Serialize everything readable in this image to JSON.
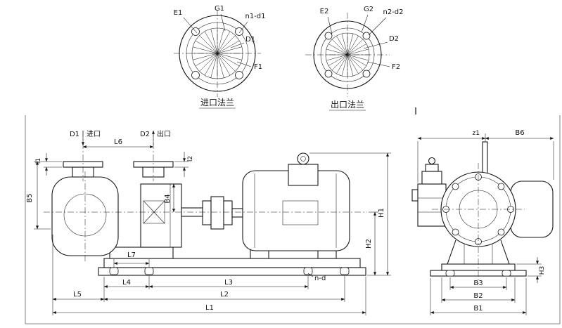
{
  "drawing": {
    "inlet_flange": {
      "caption": "进口法兰",
      "e": "E1",
      "g": "G1",
      "nd": "n1-d1",
      "d": "D1",
      "f": "F1"
    },
    "outlet_flange": {
      "caption": "出口法兰",
      "e": "E2",
      "g": "G2",
      "nd": "n2-d2",
      "d": "D2",
      "f": "F2"
    },
    "view_label": "I",
    "side_view": {
      "d1": "D1",
      "d1_text": "进口",
      "d2": "D2",
      "d2_text": "出口",
      "l6": "L6",
      "l1_small": "l1",
      "l2_small": "l2",
      "b5": "B5",
      "b4": "B4",
      "h1": "H1",
      "h2": "H2",
      "l7": "L7",
      "nd": "n-d",
      "l4": "L4",
      "l3": "L3",
      "l5": "L5",
      "l2": "L2",
      "l1": "L1"
    },
    "end_view": {
      "z1": "z1",
      "b6": "B6",
      "h3": "H3",
      "b3": "B3",
      "b2": "B2",
      "b1": "B1"
    }
  }
}
